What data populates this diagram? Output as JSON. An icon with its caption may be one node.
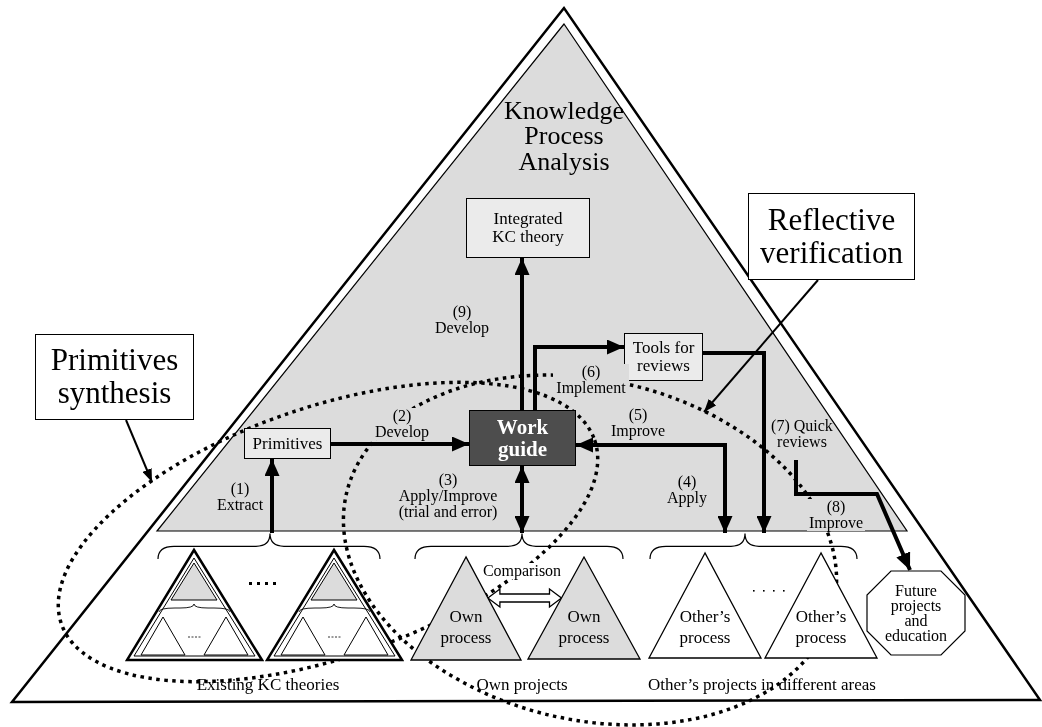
{
  "diagram": {
    "nodes": [
      {
        "text": [
          "Knowledge Process Analysis"
        ]
      },
      {
        "text": [
          "Integrated KC theory"
        ],
        "in": 0
      },
      {
        "text": [
          "Reflective verification"
        ]
      },
      {
        "text": [
          "Tools for reviews"
        ],
        "in": 0
      },
      {
        "text": [
          "Primitives synthesis"
        ]
      },
      {
        "text": [
          "Primitives"
        ],
        "in": 0
      },
      {
        "text": [
          "Work guide"
        ],
        "in": 0
      },
      {
        "text": [
          "(7) Quick reviews"
        ],
        "in": 0
      },
      {
        "text": [],
        "shape": "triangle"
      },
      {
        "text": [],
        "shape": "triangle"
      },
      {
        "text": [
          "Own process"
        ]
      },
      {
        "text": [
          "Own process"
        ]
      },
      {
        "text": [
          "Other’s process"
        ]
      },
      {
        "text": [
          "Other’s process"
        ]
      },
      {
        "text": [
          "Future projects and education"
        ]
      },
      {
        "text": [],
        "shape": "brace"
      },
      {
        "text": [],
        "shape": "brace"
      },
      {
        "text": [],
        "shape": "brace"
      }
    ],
    "edges": [
      {
        "from": 5,
        "to": 6,
        "arrow": "to",
        "label": "(2) Develop"
      },
      {
        "from": 15,
        "to": 5,
        "arrow": "to",
        "label": "(1) Extract"
      },
      {
        "from": 6,
        "to": 1,
        "arrow": "to",
        "label": "(9) Develop"
      },
      {
        "from": 6,
        "to": 16,
        "arrow": "both",
        "label": "(3) Apply/Improve (trial and error)"
      },
      {
        "from": 6,
        "to": 3,
        "arrow": "to",
        "label": "(6) Implement"
      },
      {
        "from": 3,
        "to": 17,
        "arrow": "to"
      },
      {
        "from": 17,
        "to": 6,
        "arrow": "to",
        "label": "(5) Improve"
      },
      {
        "from": 6,
        "to": 17,
        "arrow": "to",
        "label": "(4) Apply"
      },
      {
        "from": 7,
        "to": 14,
        "arrow": "to",
        "label": "(8) Improve"
      },
      {
        "from": 10,
        "to": 11,
        "arrow": "both",
        "label": "Comparison"
      },
      {
        "from": 4,
        "to": null,
        "arrow": "to"
      },
      {
        "from": 2,
        "to": null,
        "arrow": "to"
      }
    ],
    "labels": [
      "Existing KC theories",
      "Own projects",
      "Other’s projects in different areas"
    ]
  }
}
